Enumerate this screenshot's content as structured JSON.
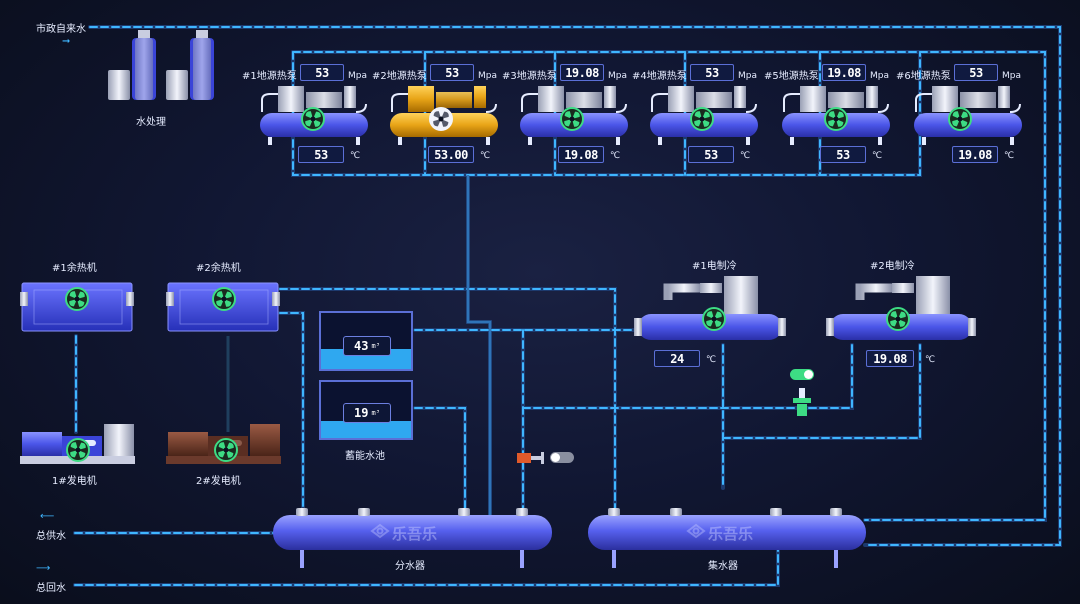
{
  "inlet": {
    "municipal_water": "市政自来水",
    "water_treatment": "水处理"
  },
  "heat_pumps": [
    {
      "name": "#1地源热泵",
      "pressure": "53",
      "temperature": "53",
      "state": "normal"
    },
    {
      "name": "#2地源热泵",
      "pressure": "53",
      "temperature": "53.00",
      "state": "alarm"
    },
    {
      "name": "#3地源热泵",
      "pressure": "19.08",
      "temperature": "19.08",
      "state": "normal"
    },
    {
      "name": "#4地源热泵",
      "pressure": "53",
      "temperature": "53",
      "state": "normal"
    },
    {
      "name": "#5地源热泵",
      "pressure": "19.08",
      "temperature": "53",
      "state": "normal"
    },
    {
      "name": "#6地源热泵",
      "pressure": "53",
      "temperature": "19.08",
      "state": "normal"
    }
  ],
  "units": {
    "pressure": "Mpa",
    "temperature": "℃",
    "volume": "m³"
  },
  "waste_heat": [
    {
      "name": "#1余热机"
    },
    {
      "name": "#2余热机"
    }
  ],
  "generators": [
    {
      "name": "1#发电机",
      "state": "normal"
    },
    {
      "name": "2#发电机",
      "state": "stopped"
    }
  ],
  "chillers": [
    {
      "name": "#1电制冷",
      "temperature": "24"
    },
    {
      "name": "#2电制冷",
      "temperature": "19.08"
    }
  ],
  "storage": {
    "label": "蓄能水池",
    "tank1_volume": "43",
    "tank2_volume": "19",
    "tank1_level": 0.35,
    "tank2_level": 0.3
  },
  "valves": {
    "valve1_state": "on",
    "valve2_state": "off"
  },
  "headers": {
    "supply": "分水器",
    "collector": "集水器",
    "brand": "乐吾乐"
  },
  "mains": {
    "supply": "总供水",
    "return": "总回水"
  },
  "colors": {
    "pipe": "#3fb6ff",
    "pipe_dark": "#1d3a6e",
    "frame": "#5b6fd6",
    "equipment": "#4a55e8",
    "alarm": "#e8a417",
    "fan": "#3ddc84",
    "valve_on": "#3ddc84"
  }
}
